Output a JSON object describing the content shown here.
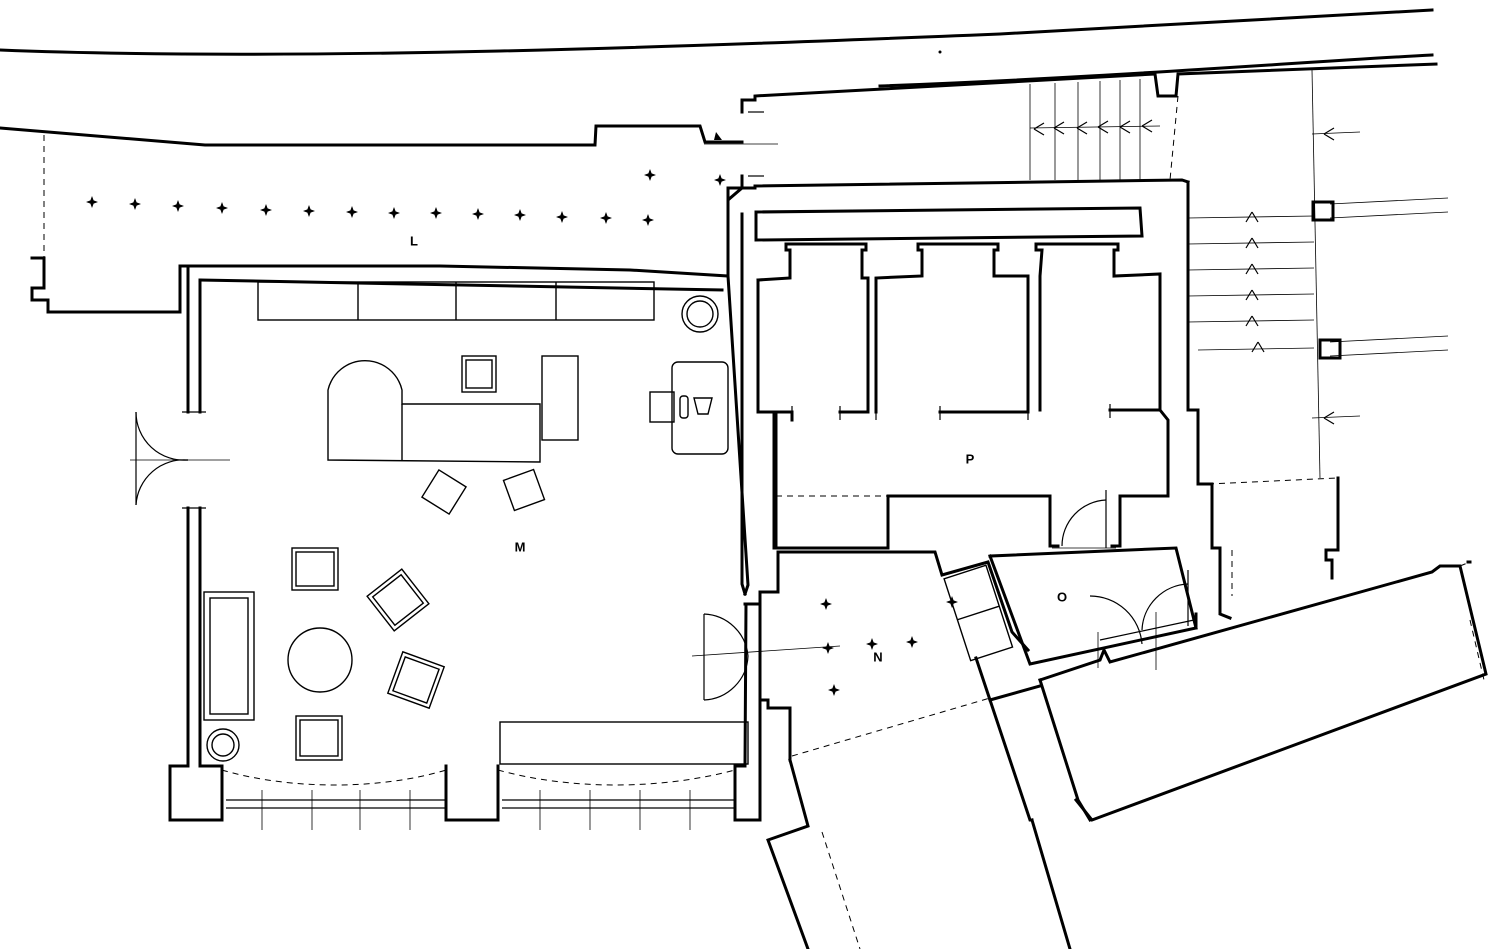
{
  "rooms": {
    "L": "L",
    "M": "M",
    "N": "N",
    "O": "O",
    "P": "P"
  },
  "colors": {
    "ink": "#000000",
    "paper": "#ffffff"
  }
}
